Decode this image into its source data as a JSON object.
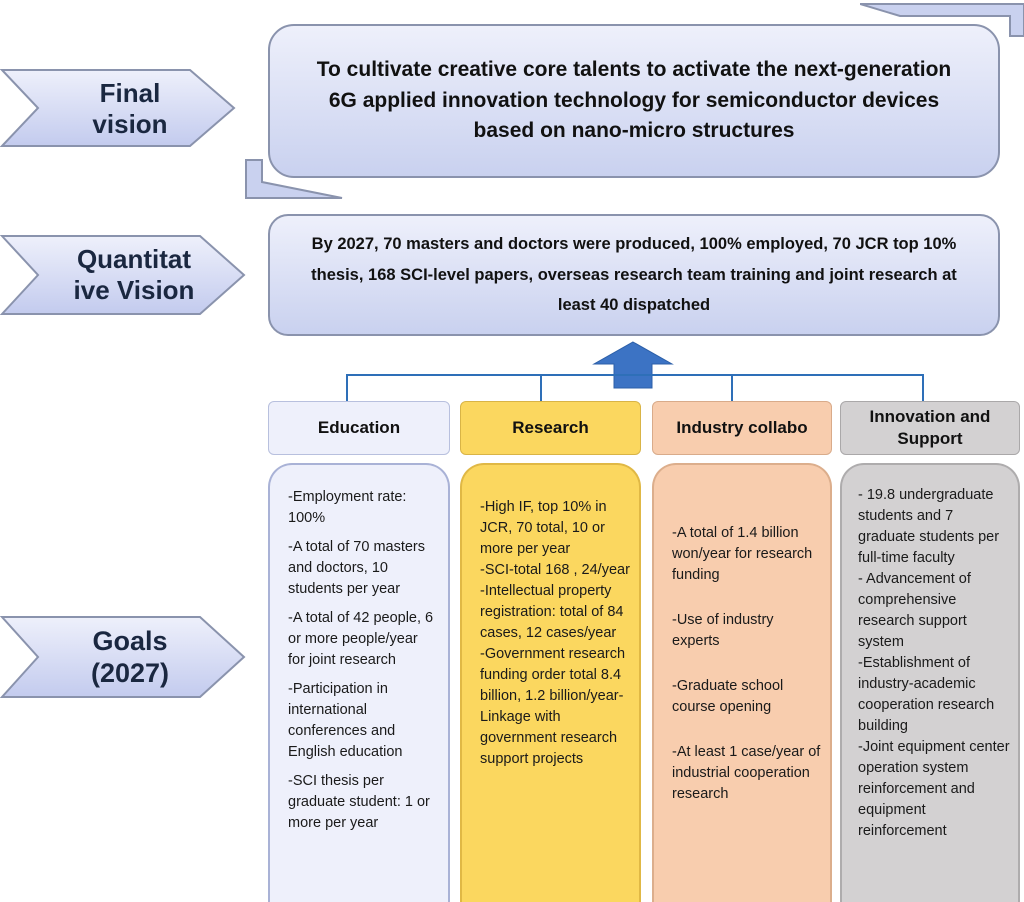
{
  "labels": {
    "final_vision": [
      "Final",
      "vision"
    ],
    "quantitative_vision": [
      "Quantitat",
      "ive Vision"
    ],
    "goals": [
      "Goals",
      "(2027)"
    ]
  },
  "final_vision_text": "To cultivate creative core talents to activate the next-generation 6G applied innovation technology for semiconductor devices based on nano-micro structures",
  "quantitative_vision_text": "By 2027, 70 masters and doctors were produced, 100% employed, 70 JCR top 10% thesis, 168 SCI-level papers, overseas research team training and joint research at least 40 dispatched",
  "columns": [
    {
      "title": "Education",
      "items": [
        "-Employment rate: 100%",
        "-A total of 70 masters and doctors, 10 students per year",
        "-A total of 42 people, 6 or more people/year for joint research",
        "-Participation in international conferences and English education",
        "-SCI thesis per graduate student: 1 or more per year"
      ]
    },
    {
      "title": "Research",
      "items": [
        "-High IF, top 10% in JCR, 70 total, 10 or more per year",
        "-SCI-total 168 , 24/year",
        "-Intellectual property registration: total of 84 cases, 12 cases/year",
        "-Government research funding order total 8.4 billion, 1.2 billion/year-Linkage with government research support projects"
      ]
    },
    {
      "title": "Industry collabo",
      "items": [
        "-A total of 1.4 billion won/year for research funding",
        "-Use of industry experts",
        "-Graduate school course opening",
        "-At least 1 case/year of industrial cooperation research"
      ]
    },
    {
      "title": "Innovation and Support",
      "items": [
        "- 19.8 undergraduate students and 7 graduate students per full-time faculty",
        "- Advancement of comprehensive research support system",
        "-Establishment of industry-academic cooperation research building",
        "-Joint equipment center operation system reinforcement and equipment reinforcement"
      ]
    }
  ],
  "colors": {
    "chevron_fill": "#cdd5f0",
    "education": "#eef0fb",
    "research": "#fbd75f",
    "industry": "#f8cdae",
    "innovation": "#d3d1d2",
    "arrow": "#3c73c4",
    "connector": "#2e6fb8"
  }
}
